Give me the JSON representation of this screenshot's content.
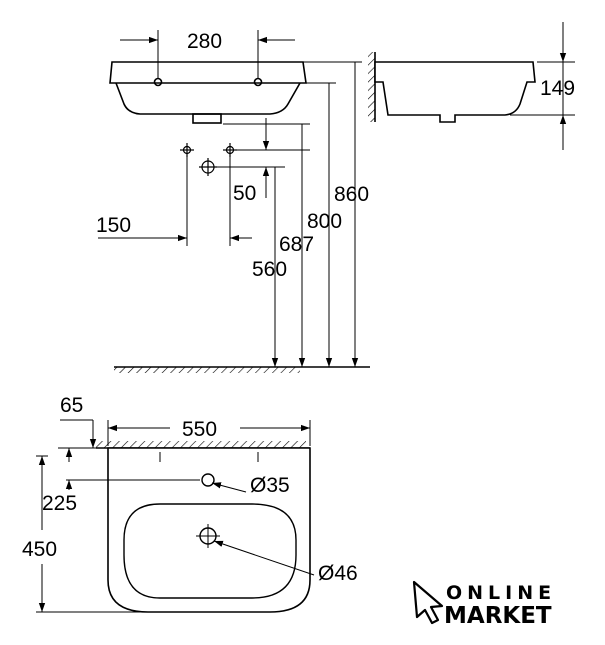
{
  "drawing": {
    "dims": {
      "top_hole_spacing": "280",
      "side_depth": "149",
      "rim_height": "860",
      "top_height": "800",
      "trap_height": "687",
      "supply_height": "560",
      "fixing_offset": "50",
      "fixing_spacing": "150",
      "tap_hole_offset": "65",
      "width": "550",
      "tap_hole_depth": "225",
      "depth": "450",
      "tap_hole_diameter": "Ø35",
      "drain_diameter": "Ø46"
    },
    "colors": {
      "line": "#000000",
      "background": "#ffffff"
    }
  },
  "logo": {
    "line1": "ONLINE",
    "line2": "MARKET",
    "icon": "cursor-arrow-icon"
  }
}
